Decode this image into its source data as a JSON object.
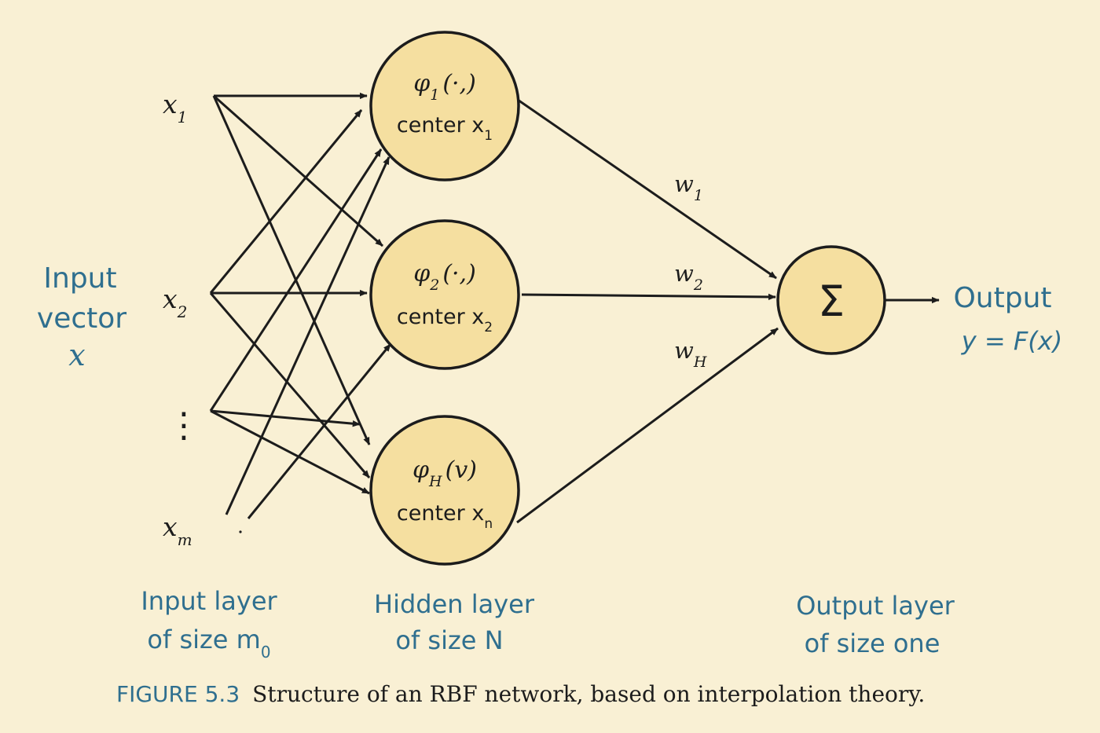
{
  "input_vector_label": [
    "Input",
    "vector",
    "x"
  ],
  "inputs": {
    "x1": {
      "base": "x",
      "sub": "1"
    },
    "x2": {
      "base": "x",
      "sub": "2"
    },
    "ellipsis": "⋮",
    "xm": {
      "base": "x",
      "sub": "m"
    }
  },
  "hidden_nodes": [
    {
      "fn": "φ",
      "sub": "1",
      "arg": "(·,)",
      "center_base": "center x",
      "center_sub": "1"
    },
    {
      "fn": "φ",
      "sub": "2",
      "arg": "(·,)",
      "center_base": "center x",
      "center_sub": "2"
    },
    {
      "fn": "φ",
      "sub": "H",
      "arg": "(v)",
      "center_base": "center x",
      "center_sub": "n"
    }
  ],
  "weights": [
    {
      "base": "w",
      "sub": "1"
    },
    {
      "base": "w",
      "sub": "2"
    },
    {
      "base": "w",
      "sub": "H"
    }
  ],
  "sum_symbol": "Σ",
  "output_label": {
    "line1": "Output",
    "line2": "y = F(x)"
  },
  "layer_labels": {
    "input": {
      "line1": "Input layer",
      "line2_base": "of size m",
      "line2_sub": "0"
    },
    "hidden": {
      "line1": "Hidden layer",
      "line2": "of size N"
    },
    "output": {
      "line1": "Output layer",
      "line2": "of size one"
    }
  },
  "caption": {
    "label": "FIGURE 5.3",
    "text": "Structure of an RBF network, based on interpolation theory."
  },
  "colors": {
    "background": "#f9f0d4",
    "node_fill": "#f5dfa0",
    "stroke": "#1c1c1c",
    "label_blue": "#2f6f8f"
  }
}
